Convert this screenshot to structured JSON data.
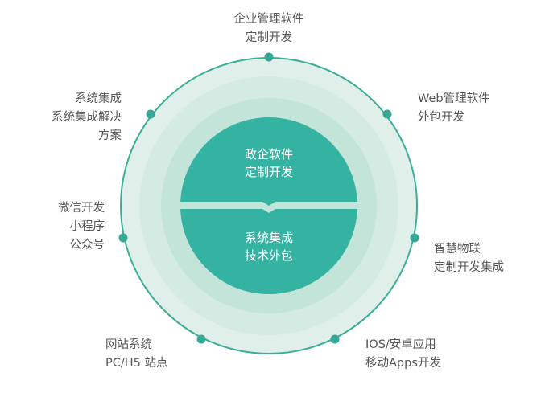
{
  "center": {
    "top": [
      "政企软件",
      "定制开发"
    ],
    "bottom": [
      "系统集成",
      "技术外包"
    ]
  },
  "nodes": [
    {
      "lines": [
        "企业管理软件",
        "定制开发"
      ]
    },
    {
      "lines": [
        "Web管理软件",
        "外包开发"
      ]
    },
    {
      "lines": [
        "智慧物联",
        "定制开发集成"
      ]
    },
    {
      "lines": [
        "IOS/安卓应用",
        "移动Apps开发"
      ]
    },
    {
      "lines": [
        "网站系统",
        "PC/H5 站点"
      ]
    },
    {
      "lines": [
        "微信开发",
        "小程序",
        "公众号"
      ]
    },
    {
      "lines": [
        "系统集成",
        "系统集成解决",
        "方案"
      ]
    }
  ],
  "colors": {
    "teal": "#34b2a2",
    "border": "#3aae97",
    "ring_outer": "#e1efea",
    "ring_mid": "#d3ebe3",
    "ring_inner": "#c3e4d8"
  }
}
